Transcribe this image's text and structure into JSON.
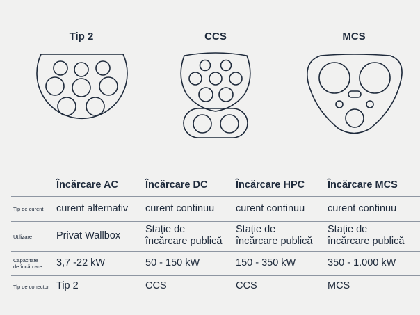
{
  "connectors": [
    {
      "id": "tip2",
      "name": "Tip 2"
    },
    {
      "id": "ccs",
      "name": "CCS"
    },
    {
      "id": "mcs",
      "name": "MCS"
    }
  ],
  "table": {
    "columns": [
      "Încărcare AC",
      "Încărcare DC",
      "Încărcare HPC",
      "Încărcare MCS"
    ],
    "rows": [
      {
        "label": "Tip de curent",
        "cells": [
          "curent alternativ",
          "curent continuu",
          "curent continuu",
          "curent continuu"
        ]
      },
      {
        "label": "Utilizare",
        "cells": [
          "Privat Wallbox",
          "Stație de\nîncărcare publică",
          "Stație de\nîncărcare publică",
          "Stație de\nîncărcare publică"
        ]
      },
      {
        "label": "Capacitate\nde încărcare",
        "cells": [
          "3,7 -22 kW",
          "50 - 150 kW",
          "150 - 350 kW",
          "350 - 1.000 kW"
        ]
      },
      {
        "label": "Tip de conector",
        "cells": [
          "Tip 2",
          "CCS",
          "CCS",
          "MCS"
        ]
      }
    ]
  },
  "colors": {
    "stroke": "#1e2a3b",
    "background": "#f1f1f0",
    "rule": "#8e96a2"
  }
}
